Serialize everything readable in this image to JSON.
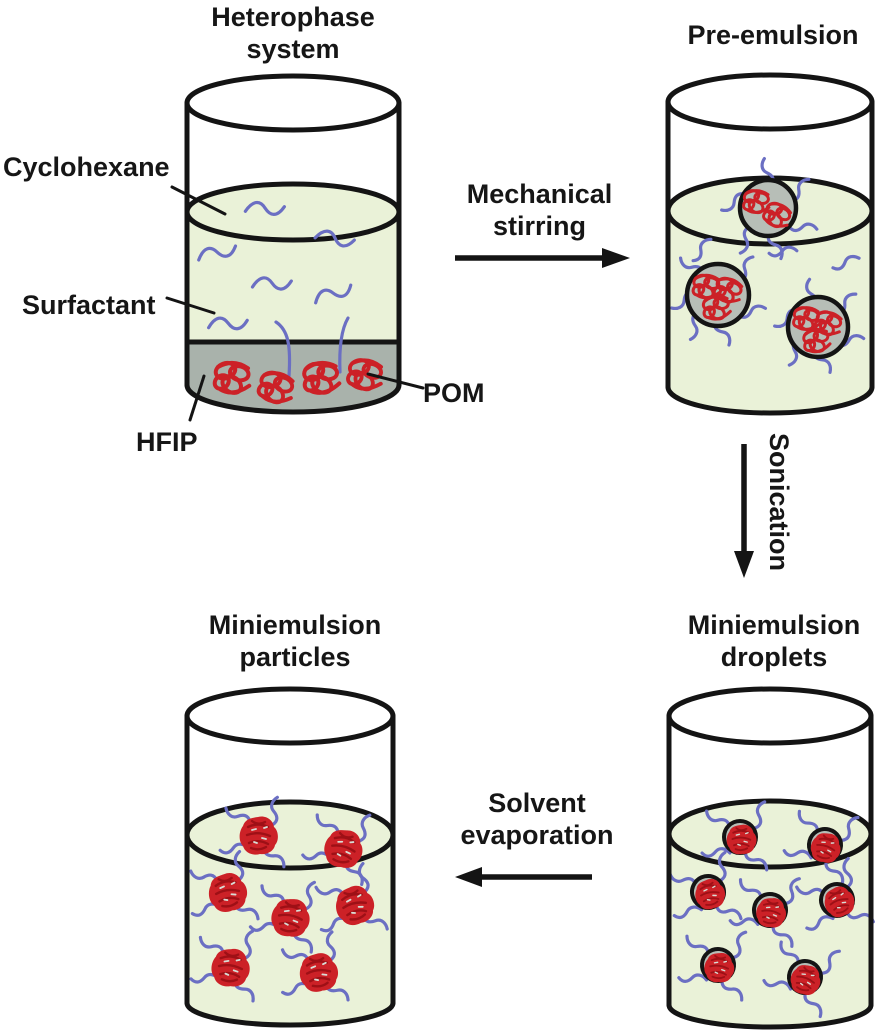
{
  "figure": {
    "stages": [
      {
        "id": "heterophase",
        "title": "Heterophase system"
      },
      {
        "id": "pre-emulsion",
        "title": "Pre-emulsion"
      },
      {
        "id": "miniemulsion-droplets",
        "title": "Miniemulsion droplets"
      },
      {
        "id": "miniemulsion-particles",
        "title": "Miniemulsion particles"
      }
    ],
    "component_labels": {
      "cyclohexane": "Cyclohexane",
      "surfactant": "Surfactant",
      "hfip": "HFIP",
      "pom": "POM"
    },
    "process_steps": {
      "mechanical_stirring": "Mechanical stirring",
      "sonication": "Sonication",
      "solvent_evaporation": "Solvent evaporation"
    },
    "colors": {
      "liquid": "#eaf2d8",
      "hfip_phase": "#a9b2ab",
      "droplet_gray": "#b7beb7",
      "pom_red": "#cc2127",
      "pom_red_dark": "#9e1016",
      "surfactant_blue": "#6b6fc3",
      "outline": "#141414"
    }
  }
}
